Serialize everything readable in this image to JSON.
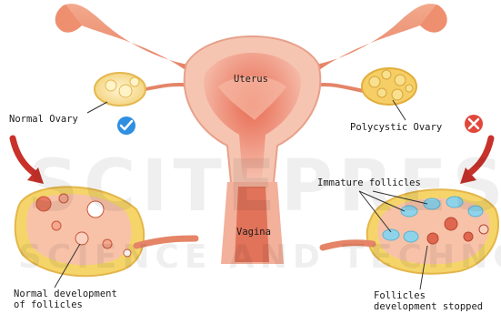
{
  "labels": {
    "uterus": "Uterus",
    "vagina": "Vagina",
    "normal_ovary": "Normal Ovary",
    "polycystic_ovary": "Polycystic Ovary",
    "immature_follicles": "Immature follicles",
    "normal_development_line1": "Normal development",
    "normal_development_line2": "of follicles",
    "follicles_stopped_line1": "Follicles",
    "follicles_stopped_line2": "development stopped"
  },
  "watermark": {
    "line1": "SCITEPRESS",
    "line2": "SCIENCE AND TECHNOLOGY"
  },
  "status_icons": {
    "normal": "check-icon",
    "polycystic": "cross-icon"
  },
  "colors": {
    "uterus_outer": "#f2b7a4",
    "uterus_inner": "#e0664d",
    "tube": "#ef9a7c",
    "ovary_yellow": "#f5d56a",
    "follicle_blue": "#8fd3ea",
    "arrow_red": "#c8322b",
    "check_blue": "#2f8fe0",
    "cross_red": "#e2473a"
  }
}
